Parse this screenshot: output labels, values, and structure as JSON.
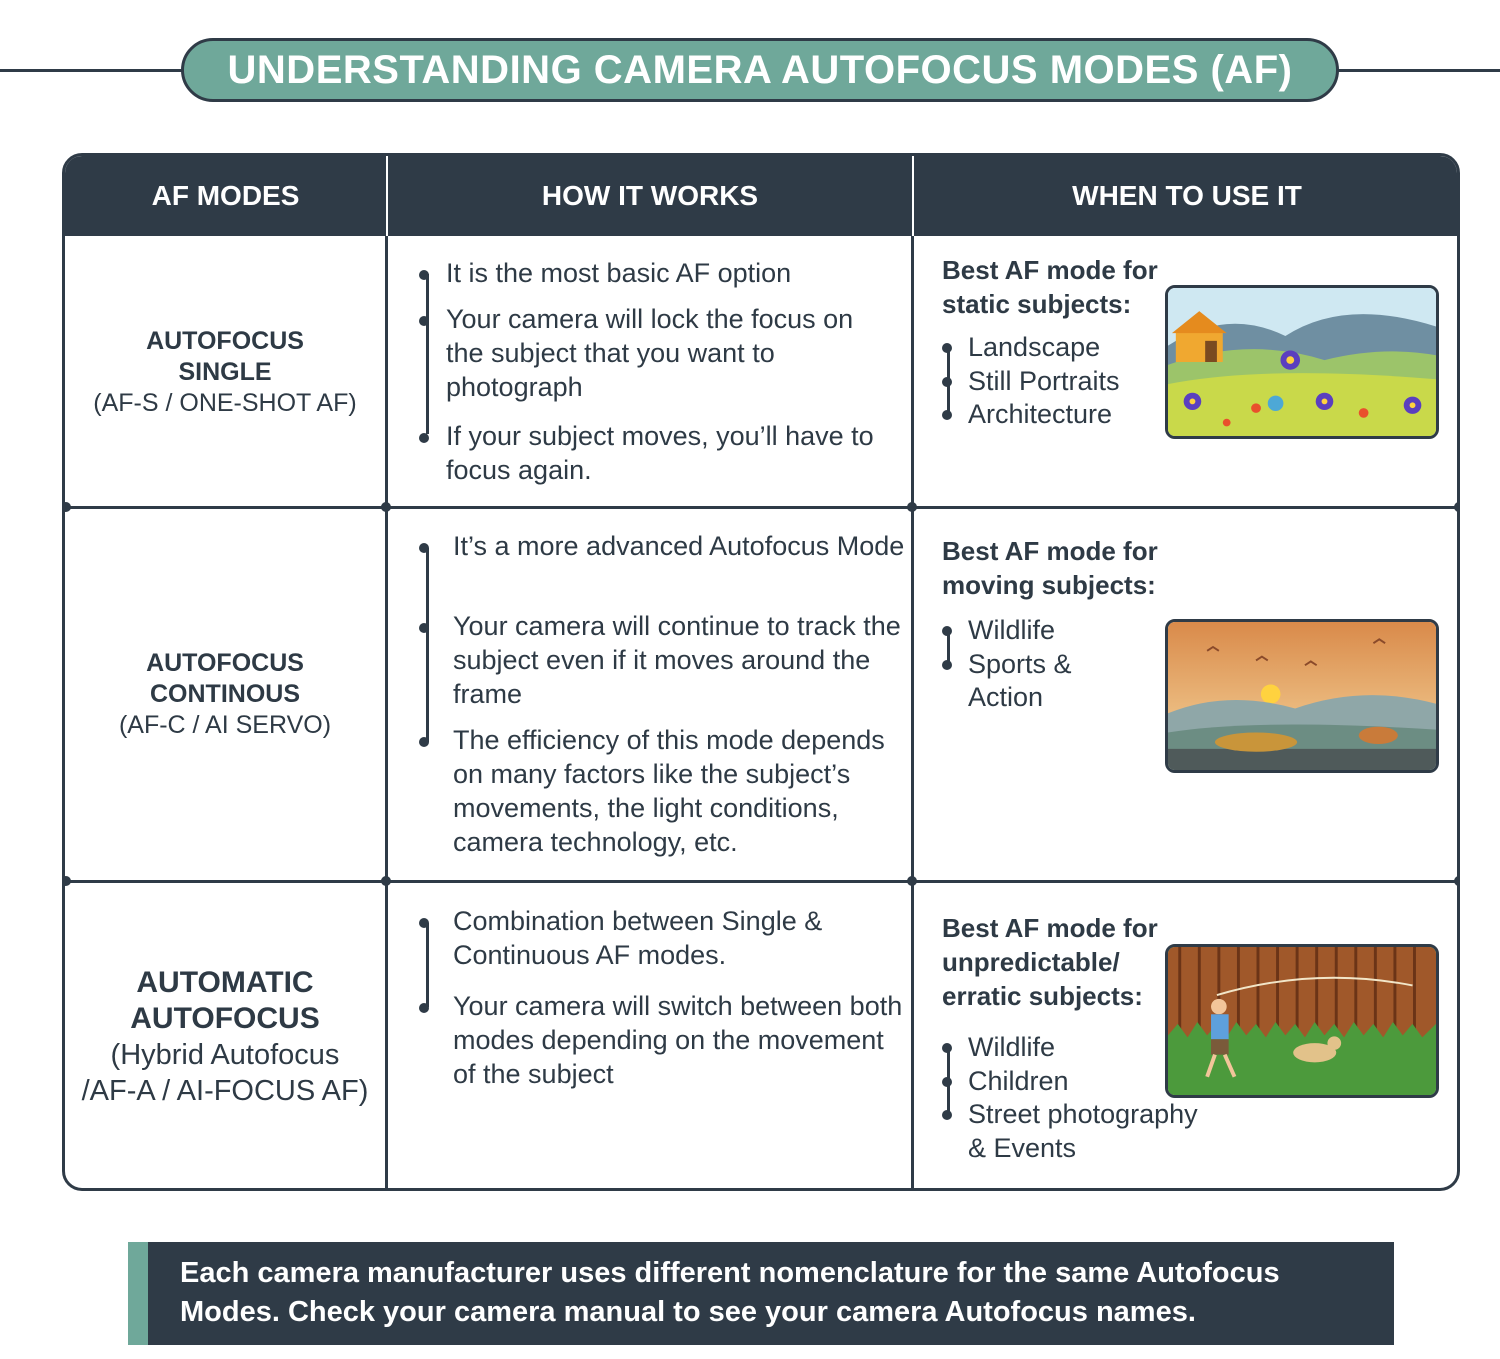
{
  "title": "UNDERSTANDING CAMERA AUTOFOCUS MODES (AF)",
  "headers": [
    "AF MODES",
    "HOW IT WORKS",
    "WHEN TO USE IT"
  ],
  "rows": [
    {
      "mode_name_lines": [
        "AUTOFOCUS",
        "SINGLE"
      ],
      "mode_sub": "(AF-S / ONE-SHOT AF)",
      "how": [
        "It is the most basic AF option",
        "Your camera will lock the focus on the subject that you want to photograph",
        "If your subject moves, you’ll have to focus again."
      ],
      "when_heading_lines": [
        "Best AF mode for",
        "static subjects:"
      ],
      "when_items": [
        "Landscape",
        "Still Portraits",
        "Architecture"
      ],
      "illustration": "meadow-house-flowers-illustration"
    },
    {
      "mode_name_lines": [
        "AUTOFOCUS",
        "CONTINOUS"
      ],
      "mode_sub": "(AF-C / AI SERVO)",
      "how": [
        "It’s a more advanced Autofocus Mode",
        "Your camera will continue to track the subject even if it moves around the frame",
        "The efficiency of this mode depends on many factors like the subject’s movements, the light conditions, camera technology, etc."
      ],
      "when_heading_lines": [
        "Best AF mode for",
        "moving subjects:"
      ],
      "when_items": [
        "Wildlife",
        "Sports &",
        "Action"
      ],
      "illustration": "cheetah-chasing-gazelle-sunset-illustration"
    },
    {
      "mode_name_lines": [
        "AUTOMATIC",
        "AUTOFOCUS"
      ],
      "mode_sub_lines": [
        "(Hybrid Autofocus",
        "/AF-A / AI-FOCUS AF)"
      ],
      "how": [
        "Combination between Single & Continuous AF modes.",
        "Your camera will switch between both modes depending on the movement of the subject"
      ],
      "when_heading_lines": [
        "Best AF mode for",
        "unpredictable/",
        "erratic subjects:"
      ],
      "when_items": [
        "Wildlife",
        "Children",
        "Street photography",
        "& Events"
      ],
      "illustration": "boy-throwing-ball-to-dog-illustration"
    }
  ],
  "note": "Each camera manufacturer uses different nomenclature for the same Autofocus Modes. Check your camera manual to see your camera Autofocus names.",
  "colors": {
    "dark": "#2f3b47",
    "teal": "#6fa89a",
    "text": "#2e3a45"
  }
}
